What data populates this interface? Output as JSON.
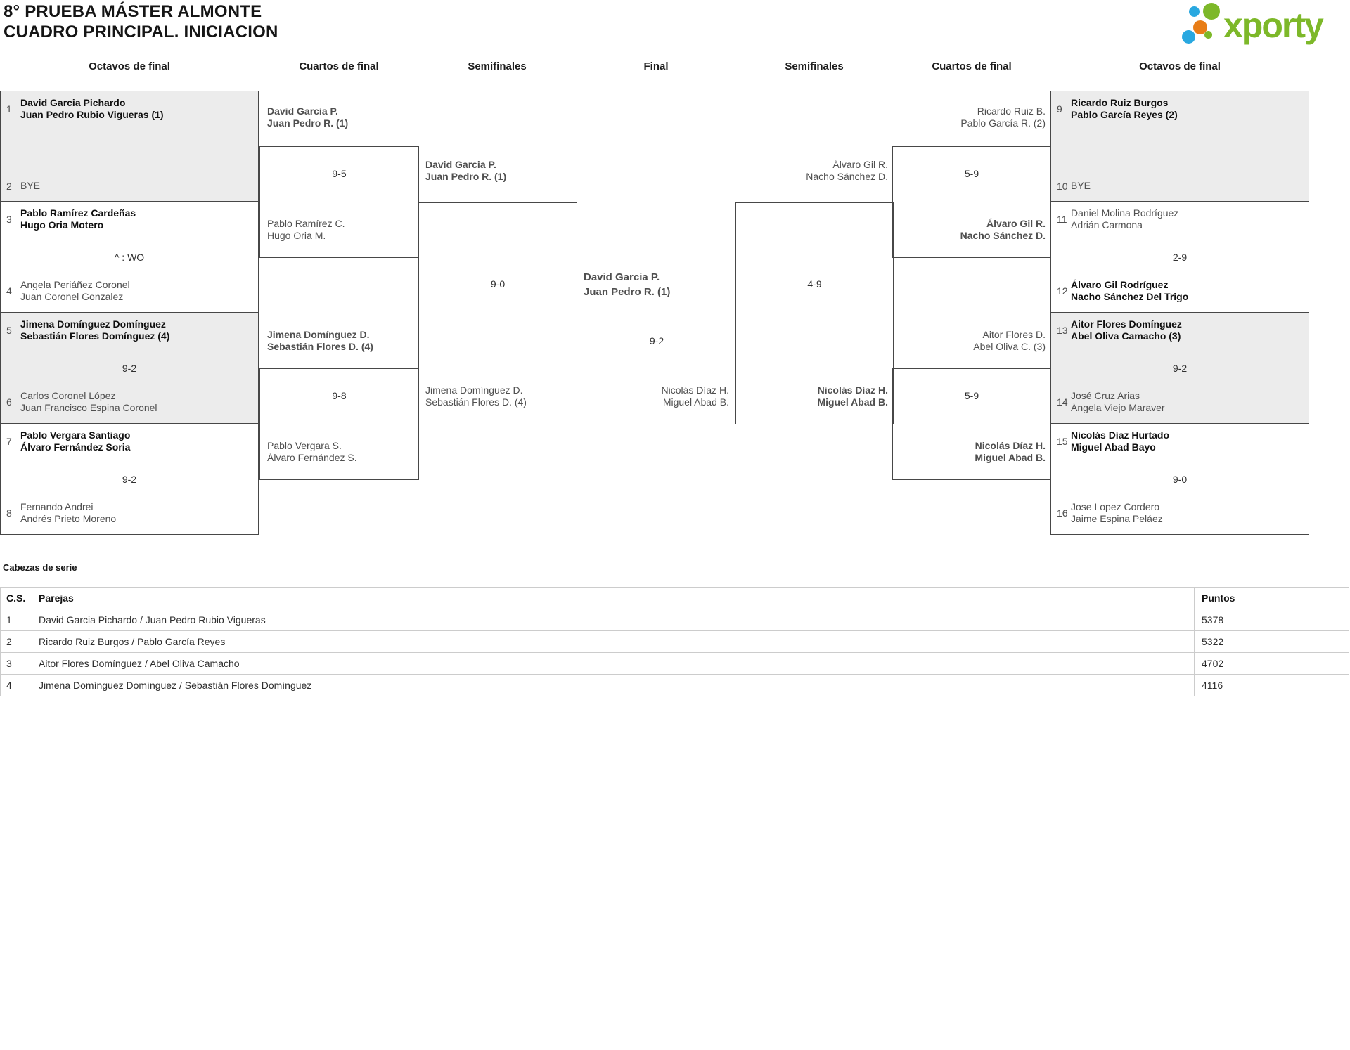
{
  "header": {
    "title_line1": "8° PRUEBA MÁSTER ALMONTE",
    "title_line2": "CUADRO PRINCIPAL. INICIACION",
    "logo_text": "xporty",
    "brand_colors": {
      "green": "#7db829",
      "blue": "#29a8e0",
      "orange": "#e87d17"
    }
  },
  "round_headers": [
    "Octavos de final",
    "Cuartos de final",
    "Semifinales",
    "Final",
    "Semifinales",
    "Cuartos de final",
    "Octavos de final"
  ],
  "octavos": [
    {
      "num1": "1",
      "t1a": "David Garcia Pichardo",
      "t1b": "Juan Pedro Rubio Vigueras (1)",
      "num2": "2",
      "t2a": "BYE",
      "t2b": "",
      "score": ""
    },
    {
      "num1": "3",
      "t1a": "Pablo Ramírez Cardeñas",
      "t1b": "Hugo Oria Motero",
      "num2": "4",
      "t2a": "Angela Periáñez Coronel",
      "t2b": "Juan Coronel Gonzalez",
      "score": "^ : WO"
    },
    {
      "num1": "5",
      "t1a": "Jimena Domínguez Domínguez",
      "t1b": "Sebastián Flores Domínguez (4)",
      "num2": "6",
      "t2a": "Carlos Coronel López",
      "t2b": "Juan Francisco Espina Coronel",
      "score": "9-2"
    },
    {
      "num1": "7",
      "t1a": "Pablo Vergara Santiago",
      "t1b": "Álvaro Fernández Soria",
      "num2": "8",
      "t2a": "Fernando Andrei",
      "t2b": "Andrés Prieto Moreno",
      "score": "9-2"
    },
    {
      "num1": "9",
      "t1a": "Ricardo Ruiz Burgos",
      "t1b": "Pablo García Reyes (2)",
      "num2": "10",
      "t2a": "BYE",
      "t2b": "",
      "score": ""
    },
    {
      "num1": "11",
      "t1a": "Daniel Molina Rodríguez",
      "t1b": "Adrián Carmona",
      "num2": "12",
      "t2a": "Álvaro Gil Rodríguez",
      "t2b": "Nacho Sánchez Del Trigo",
      "score": "2-9"
    },
    {
      "num1": "13",
      "t1a": "Aitor Flores Domínguez",
      "t1b": "Abel Oliva Camacho (3)",
      "num2": "14",
      "t2a": "José Cruz Arias",
      "t2b": "Ángela Viejo Maraver",
      "score": "9-2"
    },
    {
      "num1": "15",
      "t1a": "Nicolás Díaz Hurtado",
      "t1b": "Miguel Abad Bayo",
      "num2": "16",
      "t2a": "Jose Lopez Cordero",
      "t2b": "Jaime Espina Peláez",
      "score": "9-0"
    }
  ],
  "cuartos": [
    {
      "top_a": "David Garcia P.",
      "top_b": "Juan Pedro R. (1)",
      "score": "9-5",
      "bot_a": "Pablo Ramírez C.",
      "bot_b": "Hugo Oria M."
    },
    {
      "top_a": "Jimena Domínguez D.",
      "top_b": "Sebastián Flores D. (4)",
      "score": "9-8",
      "bot_a": "Pablo Vergara S.",
      "bot_b": "Álvaro Fernández S."
    },
    {
      "top_a": "Ricardo Ruiz B.",
      "top_b": "Pablo García R. (2)",
      "score": "5-9",
      "bot_a": "Álvaro Gil R.",
      "bot_b": "Nacho Sánchez D."
    },
    {
      "top_a": "Aitor Flores D.",
      "top_b": "Abel Oliva C. (3)",
      "score": "5-9",
      "bot_a": "Nicolás Díaz H.",
      "bot_b": "Miguel Abad B."
    }
  ],
  "semis": [
    {
      "top_a": "David Garcia P.",
      "top_b": "Juan Pedro R. (1)",
      "score": "9-0",
      "bot_a": "Jimena Domínguez D.",
      "bot_b": "Sebastián Flores D. (4)"
    },
    {
      "top_a": "Álvaro Gil R.",
      "top_b": "Nacho Sánchez D.",
      "score": "4-9",
      "bot_a": "Nicolás Díaz H.",
      "bot_b": "Miguel Abad B."
    }
  ],
  "final": {
    "left_a": "David Garcia P.",
    "left_b": "Juan Pedro R. (1)",
    "score": "9-2",
    "right_a": "Nicolás Díaz H.",
    "right_b": "Miguel Abad B."
  },
  "seeds": {
    "title": "Cabezas de serie",
    "col_cs": "C.S.",
    "col_parejas": "Parejas",
    "col_puntos": "Puntos",
    "rows": [
      {
        "cs": "1",
        "pareja": "David Garcia Pichardo / Juan Pedro Rubio Vigueras",
        "puntos": "5378"
      },
      {
        "cs": "2",
        "pareja": "Ricardo Ruiz Burgos / Pablo García Reyes",
        "puntos": "5322"
      },
      {
        "cs": "3",
        "pareja": "Aitor Flores Domínguez / Abel Oliva Camacho",
        "puntos": "4702"
      },
      {
        "cs": "4",
        "pareja": "Jimena Domínguez Domínguez / Sebastián Flores Domínguez",
        "puntos": "4116"
      }
    ]
  }
}
